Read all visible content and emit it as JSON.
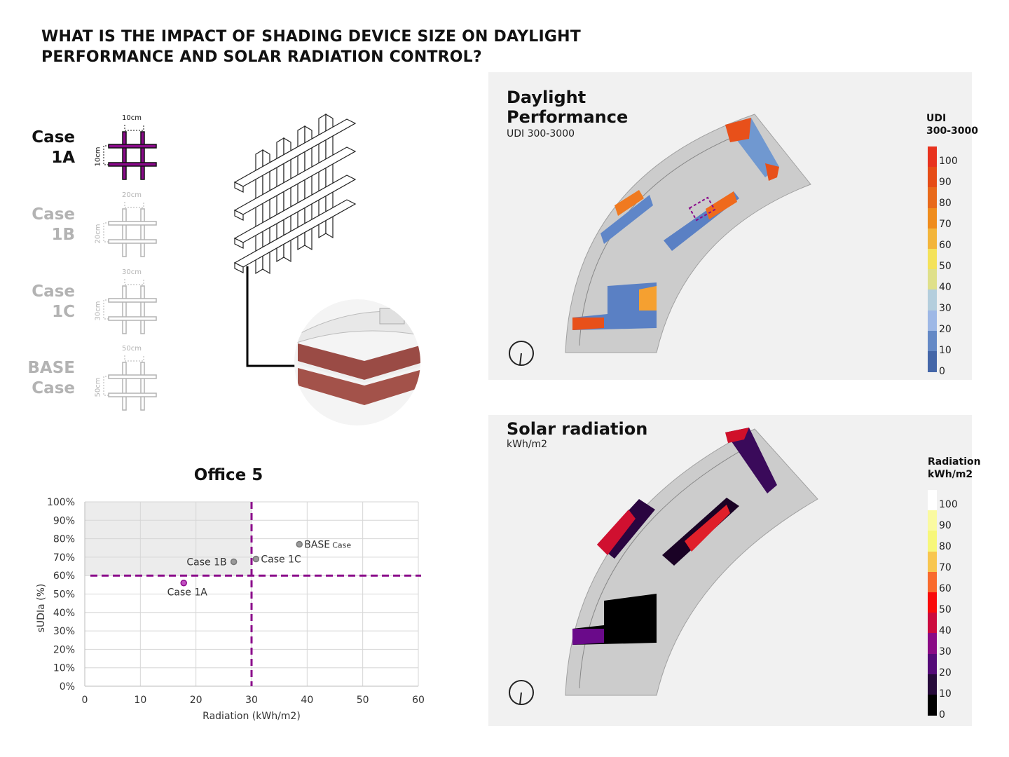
{
  "title_lines": [
    "WHAT IS THE IMPACT OF SHADING DEVICE SIZE ON DAYLIGHT",
    "PERFORMANCE AND SOLAR RADIATION CONTROL?"
  ],
  "cases": [
    {
      "line1": "Case",
      "line2": "1A",
      "dim": "10cm",
      "active": true
    },
    {
      "line1": "Case",
      "line2": "1B",
      "dim": "20cm",
      "active": false
    },
    {
      "line1": "Case",
      "line2": "1C",
      "dim": "30cm",
      "active": false
    },
    {
      "line1": "BASE",
      "line2": "Case",
      "dim": "50cm",
      "active": false
    }
  ],
  "colors": {
    "accent": "#8b0a8b",
    "inactive": "#b3b3b3"
  },
  "daylight": {
    "title_lines": [
      "Daylight",
      "Performance"
    ],
    "subtitle": "UDI 300-3000",
    "legend_title": [
      "UDI",
      "300-3000"
    ],
    "legend_labels": [
      "100",
      "90",
      "80",
      "70",
      "60",
      "50",
      "40",
      "30",
      "20",
      "10",
      "0"
    ],
    "legend_colors": [
      "#e8321e",
      "#e64c16",
      "#e8691a",
      "#ef8c1c",
      "#f3b53a",
      "#f4e25a",
      "#dfe08a",
      "#b4cedd",
      "#9eb8e6",
      "#6489c6",
      "#4466a8"
    ]
  },
  "radiation": {
    "title": "Solar radiation",
    "subtitle": "kWh/m2",
    "legend_title": [
      "Radiation",
      "kWh/m2"
    ],
    "legend_labels": [
      "100",
      "90",
      "80",
      "70",
      "60",
      "50",
      "40",
      "30",
      "20",
      "10",
      "0"
    ],
    "legend_colors": [
      "#ffffff",
      "#fafaa0",
      "#f7f77a",
      "#f8c64f",
      "#f96a2d",
      "#f90a0a",
      "#cc0a3e",
      "#8a0a85",
      "#540a78",
      "#260a3a",
      "#000000"
    ]
  },
  "chart_data": {
    "type": "scatter",
    "title": "Office 5",
    "xlabel": "Radiation (kWh/m2)",
    "ylabel": "sUDIa (%)",
    "xlim": [
      0,
      60
    ],
    "ylim": [
      0,
      100
    ],
    "x_ticks": [
      "0",
      "10",
      "20",
      "30",
      "40",
      "50",
      "60"
    ],
    "y_ticks": [
      "0%",
      "10%",
      "20%",
      "30%",
      "40%",
      "50%",
      "60%",
      "70%",
      "80%",
      "90%",
      "100%"
    ],
    "grid": true,
    "thresholds": {
      "x": 30,
      "y": 60
    },
    "highlight_region": {
      "x": [
        0,
        30
      ],
      "y": [
        60,
        100
      ]
    },
    "points": [
      {
        "label": "Case 1A",
        "x": 17.8,
        "y": 56,
        "color": "#c050c0"
      },
      {
        "label": "Case 1B",
        "x": 26.8,
        "y": 67.5,
        "color": "#9a9a9a"
      },
      {
        "label": "Case 1C",
        "x": 30.8,
        "y": 69,
        "color": "#9a9a9a"
      },
      {
        "label": "BASE",
        "sublabel": "Case",
        "x": 38.6,
        "y": 77,
        "color": "#9a9a9a"
      }
    ]
  }
}
